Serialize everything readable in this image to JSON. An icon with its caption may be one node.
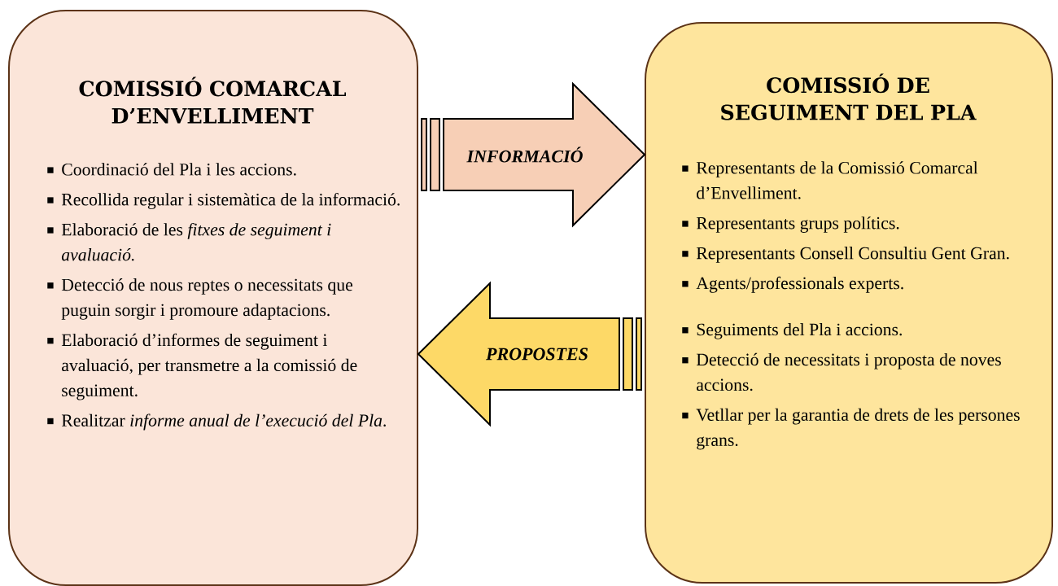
{
  "diagram": {
    "nodes": [
      {
        "text": [
          "COMISSIÓ COMARCAL D’ENVELLIMENT",
          "Coordinació del Pla i les accions.",
          "Recollida regular i sistemàtica de la informació.",
          "Elaboració de les *fitxes de seguiment i avaluació.*",
          "Detecció de nous reptes o necessitats que puguin sorgir i promoure adaptacions.",
          "Elaboració d’informes de seguiment i avaluació, per transmetre a la comissió de seguiment.",
          "Realitzar *informe anual de l’execució del Pla*."
        ]
      },
      {
        "text": [
          "COMISSIÓ DE SEGUIMENT DEL PLA",
          "Representants de la Comissió Comarcal d’Envelliment.",
          "Representants grups polítics.",
          "Representants Consell Consultiu Gent Gran.",
          "Agents/professionals experts.",
          "Seguiments del Pla i accions.",
          "Detecció de necessitats i proposta de noves accions.",
          "Vetllar per la garantia de drets de les persones grans."
        ]
      }
    ],
    "edges": [
      {
        "from": 0,
        "to": 1,
        "arrow": "to",
        "label": "INFORMACIÓ"
      },
      {
        "from": 1,
        "to": 0,
        "arrow": "to",
        "label": "PROPOSTES"
      }
    ]
  }
}
